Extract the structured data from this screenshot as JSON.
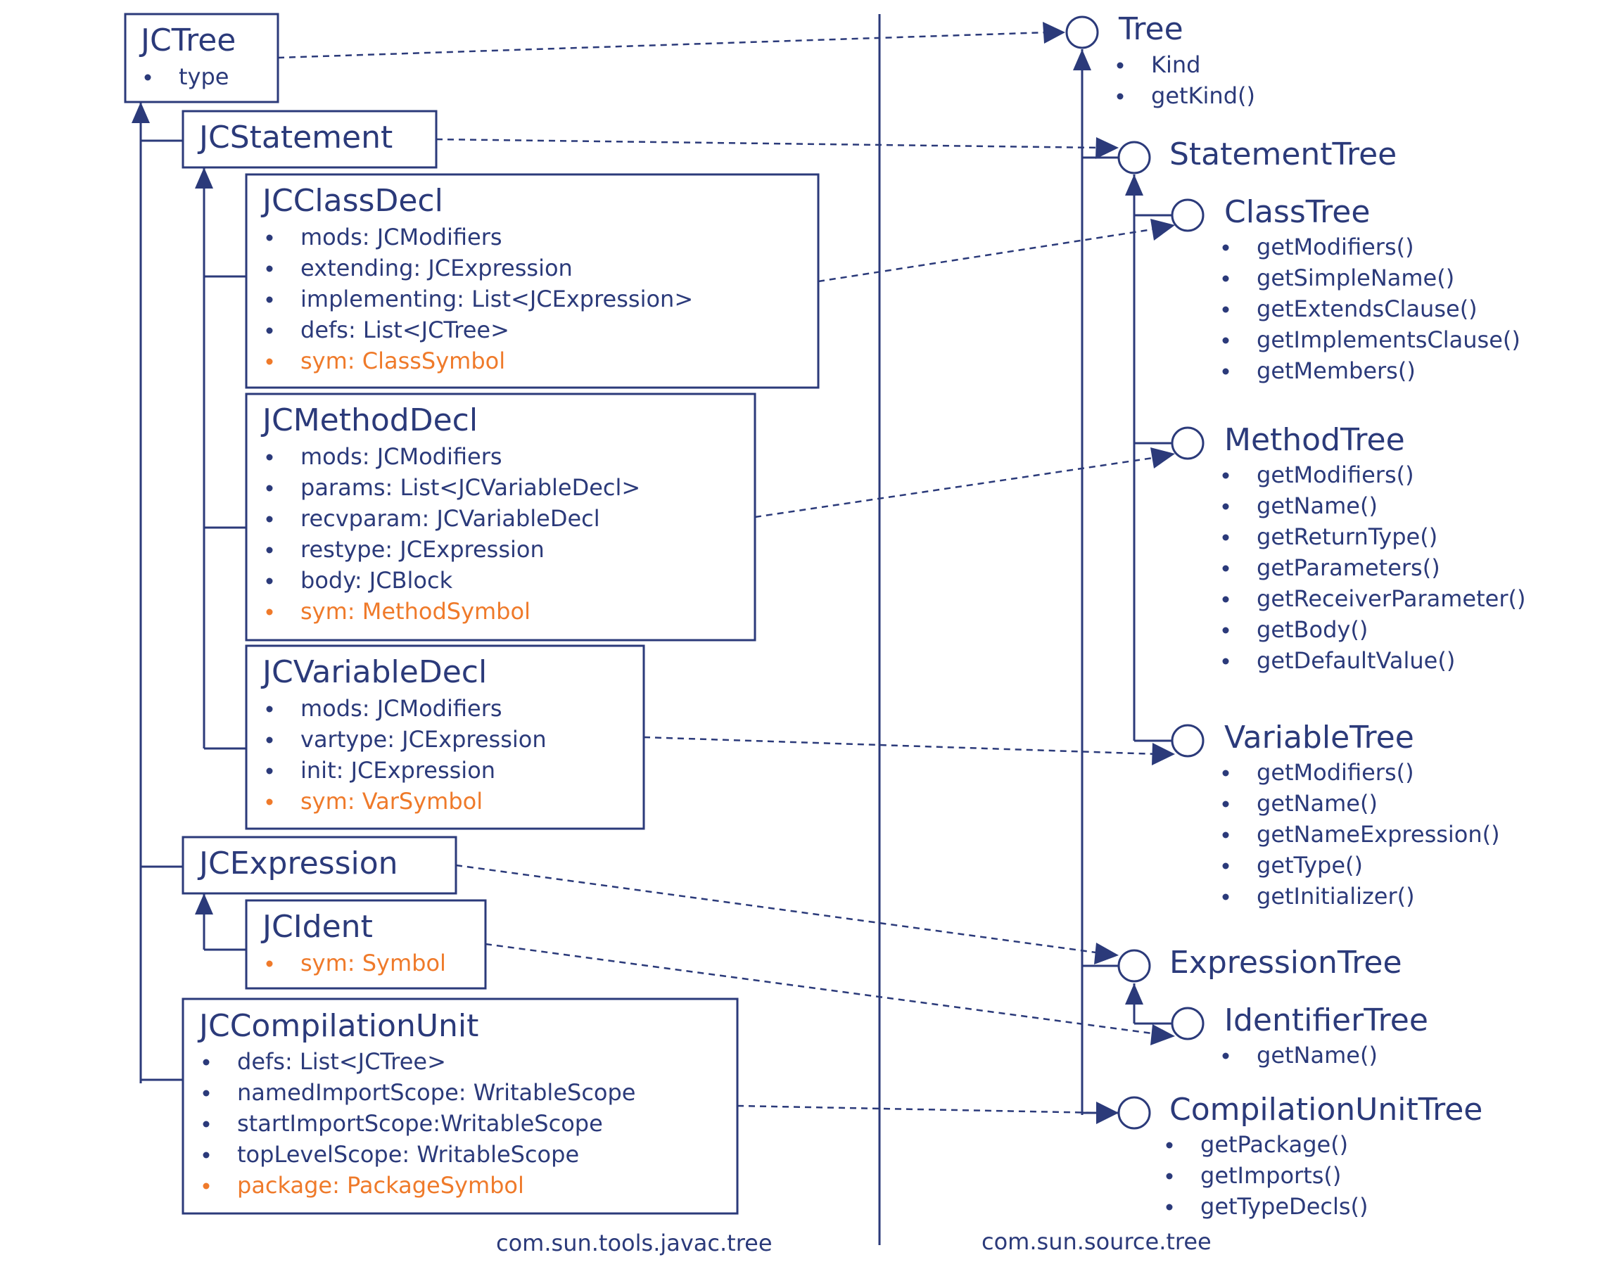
{
  "classes": {
    "jctree": {
      "title": "JCTree",
      "items": [
        {
          "t": "type"
        }
      ]
    },
    "jcstatement": {
      "title": "JCStatement",
      "items": []
    },
    "jcclassdecl": {
      "title": "JCClassDecl",
      "items": [
        {
          "t": "mods: JCModifiers"
        },
        {
          "t": "extending: JCExpression"
        },
        {
          "t": "implementing: List<JCExpression>"
        },
        {
          "t": "defs: List<JCTree>"
        },
        {
          "t": "sym: ClassSymbol",
          "hl": true
        }
      ]
    },
    "jcmethoddecl": {
      "title": "JCMethodDecl",
      "items": [
        {
          "t": "mods: JCModifiers"
        },
        {
          "t": "params: List<JCVariableDecl>"
        },
        {
          "t": "recvparam: JCVariableDecl"
        },
        {
          "t": "restype: JCExpression"
        },
        {
          "t": "body: JCBlock"
        },
        {
          "t": "sym: MethodSymbol",
          "hl": true
        }
      ]
    },
    "jcvariabledecl": {
      "title": "JCVariableDecl",
      "items": [
        {
          "t": "mods: JCModifiers"
        },
        {
          "t": "vartype: JCExpression"
        },
        {
          "t": "init: JCExpression"
        },
        {
          "t": "sym: VarSymbol",
          "hl": true
        }
      ]
    },
    "jcexpression": {
      "title": "JCExpression",
      "items": []
    },
    "jcident": {
      "title": "JCIdent",
      "items": [
        {
          "t": "sym: Symbol",
          "hl": true
        }
      ]
    },
    "jccompilationunit": {
      "title": "JCCompilationUnit",
      "items": [
        {
          "t": "defs: List<JCTree>"
        },
        {
          "t": "namedImportScope: WritableScope"
        },
        {
          "t": "startImportScope:WritableScope"
        },
        {
          "t": "topLevelScope: WritableScope"
        },
        {
          "t": "package: PackageSymbol",
          "hl": true
        }
      ]
    }
  },
  "interfaces": {
    "tree": {
      "title": "Tree",
      "items": [
        "Kind",
        "getKind()"
      ]
    },
    "statementtree": {
      "title": "StatementTree",
      "items": []
    },
    "classtree": {
      "title": "ClassTree",
      "items": [
        "getModifiers()",
        "getSimpleName()",
        "getExtendsClause()",
        "getImplementsClause()",
        "getMembers()"
      ]
    },
    "methodtree": {
      "title": "MethodTree",
      "items": [
        "getModifiers()",
        "getName()",
        "getReturnType()",
        "getParameters()",
        "getReceiverParameter()",
        "getBody()",
        "getDefaultValue()"
      ]
    },
    "variabletree": {
      "title": "VariableTree",
      "items": [
        "getModifiers()",
        "getName()",
        "getNameExpression()",
        "getType()",
        "getInitializer()"
      ]
    },
    "expressiontree": {
      "title": "ExpressionTree",
      "items": []
    },
    "identifiertree": {
      "title": "IdentifierTree",
      "items": [
        "getName()"
      ]
    },
    "compilationunittree": {
      "title": "CompilationUnitTree",
      "items": [
        "getPackage()",
        "getImports()",
        "getTypeDecls()"
      ]
    }
  },
  "packages": {
    "left": "com.sun.tools.javac.tree",
    "right": "com.sun.source.tree"
  },
  "colors": {
    "ink": "#2b3a7a",
    "highlight": "#ef7a2a"
  }
}
